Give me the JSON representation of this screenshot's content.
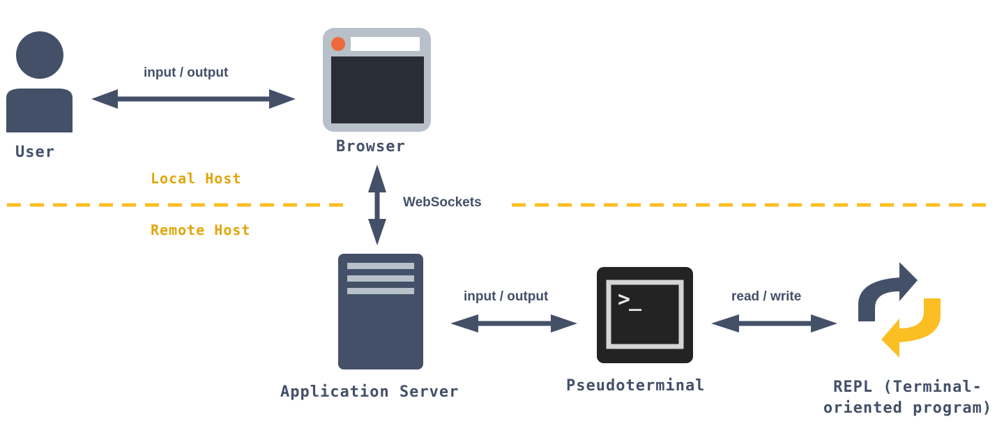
{
  "colors": {
    "primary": "#435068",
    "accent": "#fbbf24",
    "host_text": "#e0a60b",
    "browser_frame": "#b8c0c9",
    "browser_screen": "#292d36",
    "browser_dot": "#ee6a3d",
    "terminal_bg": "#232323",
    "terminal_frame": "#d5d5d5",
    "server_lines": "#b8c0c9"
  },
  "nodes": {
    "user": {
      "label": "User",
      "icon": "user-icon"
    },
    "browser": {
      "label": "Browser",
      "icon": "browser-window-icon"
    },
    "server": {
      "label": "Application Server",
      "icon": "server-icon"
    },
    "pty": {
      "label": "Pseudoterminal",
      "icon": "terminal-icon",
      "prompt": ">_"
    },
    "repl": {
      "label_line1": "REPL (Terminal-",
      "label_line2": "oriented program)",
      "icon": "cycle-arrows-icon"
    }
  },
  "edges": {
    "user_browser": {
      "label": "input / output"
    },
    "browser_server": {
      "label": "WebSockets"
    },
    "server_pty": {
      "label": "input / output"
    },
    "pty_repl": {
      "label": "read / write"
    }
  },
  "zones": {
    "local": "Local Host",
    "remote": "Remote Host"
  }
}
